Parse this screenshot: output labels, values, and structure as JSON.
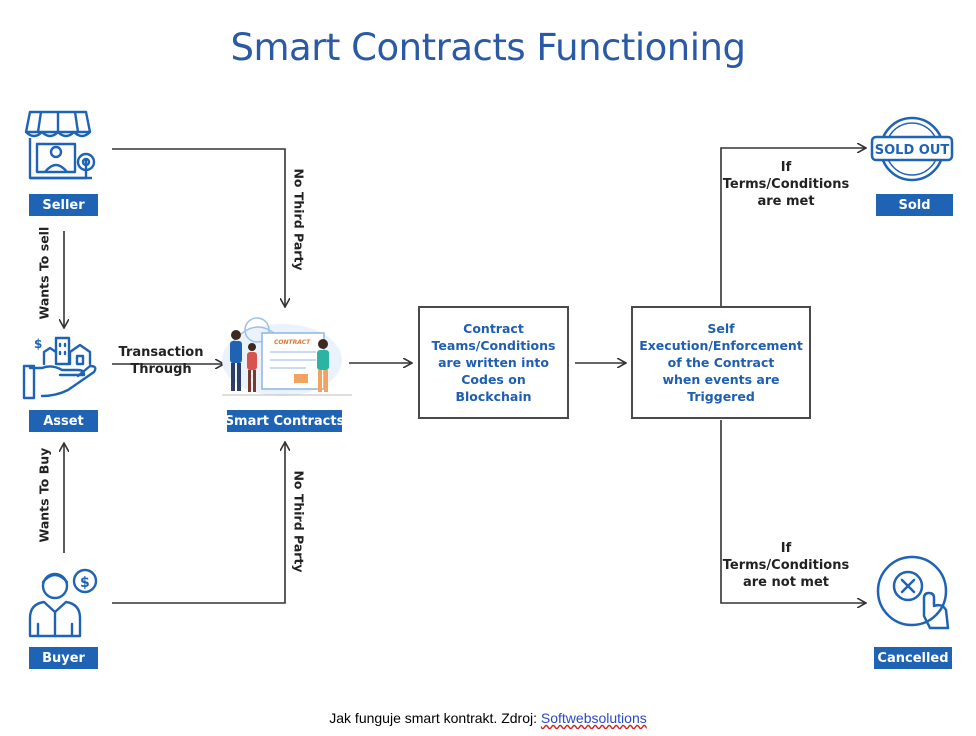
{
  "title": "Smart Contracts Functioning",
  "labels": {
    "seller": "Seller",
    "asset": "Asset",
    "buyer": "Buyer",
    "smart_contracts": "Smart Contracts",
    "sold": "Sold",
    "cancelled": "Cancelled"
  },
  "edges": {
    "wants_to_sell": "Wants To sell",
    "wants_to_buy": "Wants To Buy",
    "no_third_party": "No Third Party",
    "transaction_through": "Transaction\nThrough",
    "if_met": "If\nTerms/Conditions\nare met",
    "if_not_met": "If\nTerms/Conditions\nare not met"
  },
  "boxes": {
    "contract_terms": "Contract\nTeams/Conditions\nare written into\nCodes on\nBlockchain",
    "self_execution": "Self\nExecution/Enforcement\nof the Contract\nwhen events are\nTriggered"
  },
  "icons": {
    "sold_out_stamp": "SOLD OUT",
    "contract_doc": "CONTRACT",
    "dollar": "$"
  },
  "colors": {
    "brand_blue": "#1f63b5",
    "title_blue": "#2a5aa5",
    "line": "#333333"
  },
  "caption": {
    "text": "Jak funguje smart kontrakt. Zdroj: ",
    "link": "Softwebsolutions"
  }
}
